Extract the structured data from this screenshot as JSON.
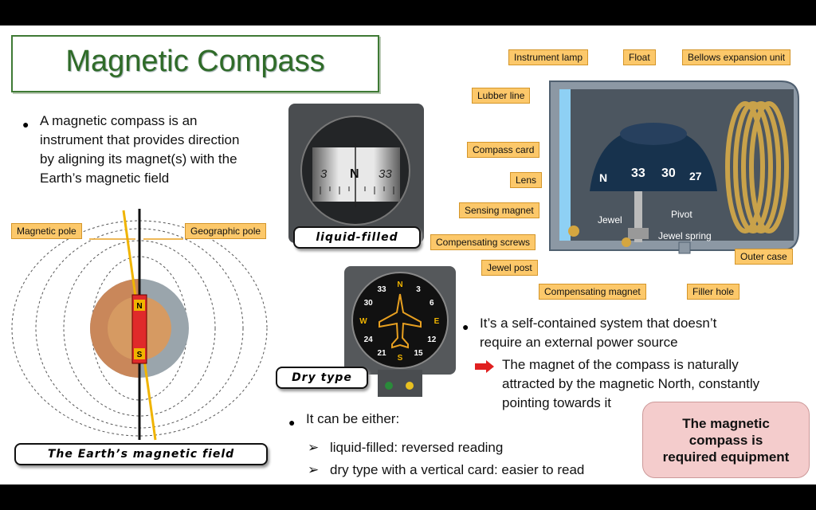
{
  "title": "Magnetic Compass",
  "intro_bullet": "A magnetic compass is an instrument that provides direction by aligning its magnet(s) with the Earth’s magnetic field",
  "intro_lines": [
    "A magnetic compass is an",
    "instrument that provides direction",
    "by aligning its magnet(s) with the",
    "Earth’s magnetic field"
  ],
  "earth": {
    "magnetic_pole": "Magnetic pole",
    "geographic_pole": "Geographic pole",
    "north": "N",
    "south": "S",
    "caption": "The Earth’s magnetic field"
  },
  "liquid": {
    "caption": "liquid-filled",
    "card_marks": [
      "3",
      "N",
      "33"
    ]
  },
  "dry": {
    "caption": "Dry type",
    "dial_marks": [
      "N",
      "3",
      "6",
      "E",
      "12",
      "15",
      "S",
      "21",
      "24",
      "W",
      "30",
      "33"
    ]
  },
  "diagram": {
    "labels": {
      "instrument_lamp": "Instrument lamp",
      "float": "Float",
      "bellows": "Bellows expansion unit",
      "lubber_line": "Lubber line",
      "compass_card": "Compass card",
      "lens": "Lens",
      "sensing_magnet": "Sensing magnet",
      "compensating_screws": "Compensating screws",
      "jewel_post": "Jewel post",
      "compensating_magnet": "Compensating magnet",
      "filler_hole": "Filler hole",
      "outer_case": "Outer case",
      "jewel": "Jewel",
      "pivot": "Pivot",
      "jewel_spring": "Jewel spring"
    },
    "card_marks": [
      "N",
      "33",
      "30",
      "27"
    ]
  },
  "power_bullet": [
    "It’s a self-contained system that doesn’t",
    "require an external power source"
  ],
  "arrow_text": [
    "The magnet of the compass is naturally",
    "attracted by the magnetic North, constantly",
    "pointing towards it"
  ],
  "either_bullet": "It can be either:",
  "sub_bullets": [
    "liquid-filled: reversed reading",
    "dry type with a vertical card: easier to read"
  ],
  "required_box": [
    "The magnetic",
    "compass is",
    "required equipment"
  ],
  "colors": {
    "title_green": "#2f6b28",
    "callout": "#fcc86a",
    "required_bg": "#f4cccc",
    "arrow_red": "#e02020"
  }
}
